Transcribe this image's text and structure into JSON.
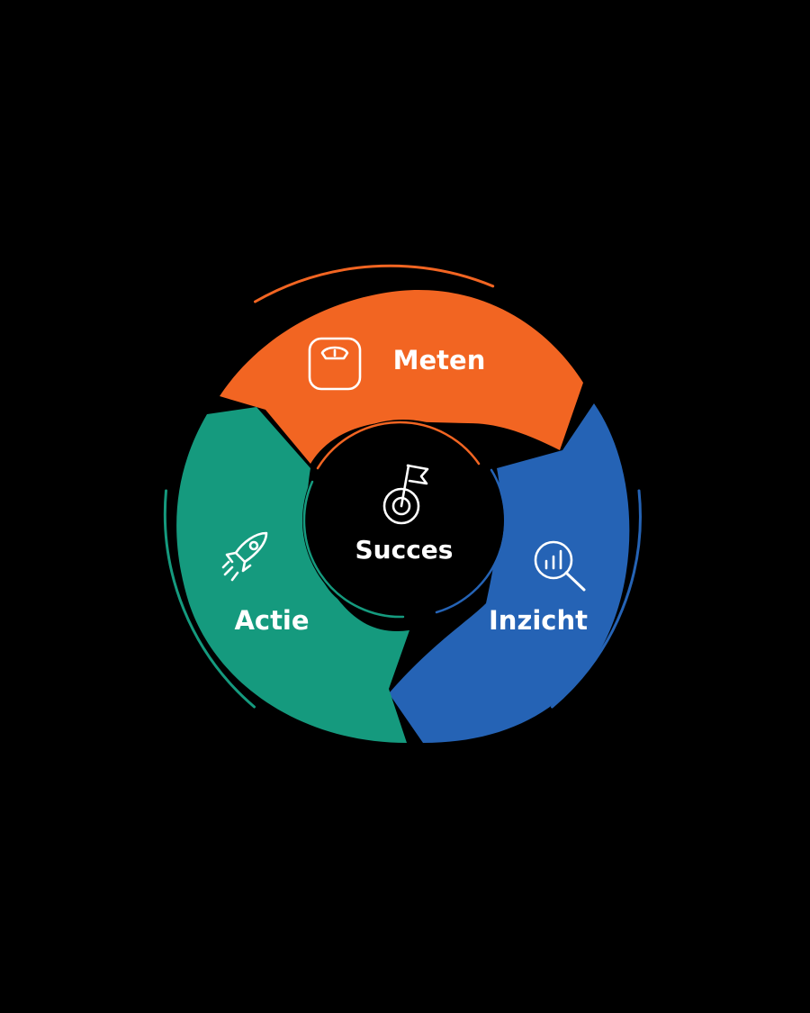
{
  "diagram": {
    "type": "cycle",
    "background": "#000000",
    "center": {
      "label": "Succes",
      "icon": "target-flag-icon"
    },
    "segments": [
      {
        "id": "meten",
        "label": "Meten",
        "icon": "scale-icon",
        "color": "#F26522"
      },
      {
        "id": "inzicht",
        "label": "Inzicht",
        "icon": "chart-magnifier-icon",
        "color": "#2563B5"
      },
      {
        "id": "actie",
        "label": "Actie",
        "icon": "rocket-icon",
        "color": "#159A7E"
      }
    ]
  }
}
